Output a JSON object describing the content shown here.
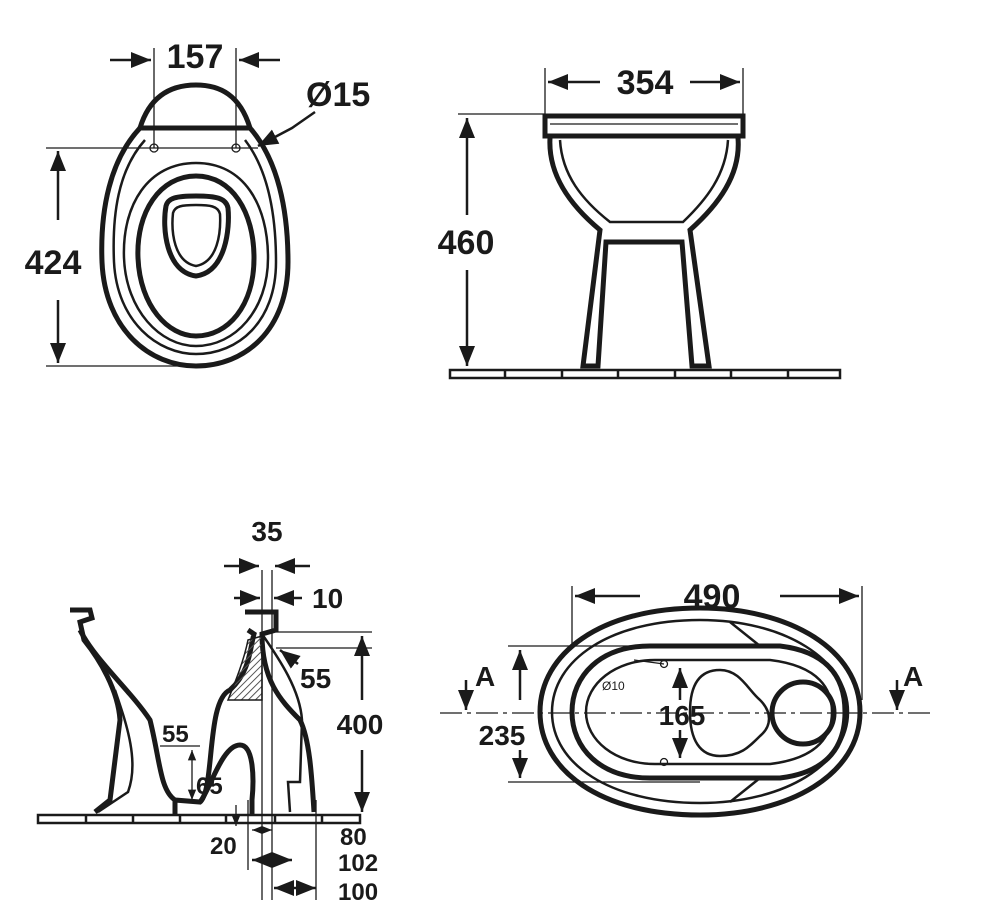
{
  "colors": {
    "ink": "#1a1a1a",
    "background": "#ffffff",
    "hatch": "#555555"
  },
  "top_view": {
    "width_157": "157",
    "hole_dia": "Ø15",
    "depth_424": "424"
  },
  "side_view": {
    "width_354": "354",
    "height_460": "460"
  },
  "section_view": {
    "d35": "35",
    "d10": "10",
    "d55_right": "55",
    "d400": "400",
    "d55_left": "55",
    "d65": "65",
    "d80": "80",
    "d20": "20",
    "d102": "102",
    "d100": "100"
  },
  "plan_view": {
    "d490": "490",
    "d235": "235",
    "d165": "165",
    "hole_small": "Ø10",
    "section_marker_left": "A",
    "section_marker_right": "A"
  }
}
